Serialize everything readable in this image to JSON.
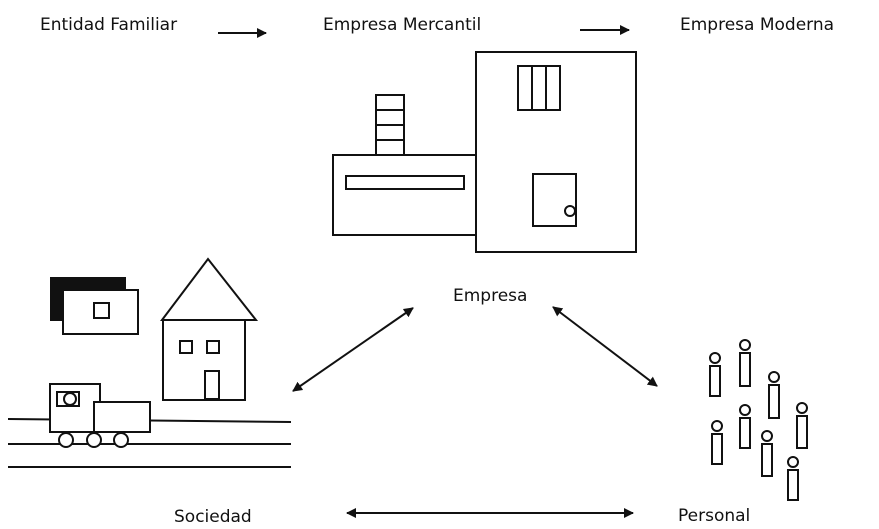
{
  "stages": {
    "family": "Entidad Familiar",
    "mercantile": "Empresa Mercantil",
    "modern": "Empresa Moderna"
  },
  "nodes": {
    "company": "Empresa",
    "society": "Sociedad",
    "staff": "Personal"
  },
  "colors": {
    "ink": "#111111",
    "background": "#ffffff"
  }
}
